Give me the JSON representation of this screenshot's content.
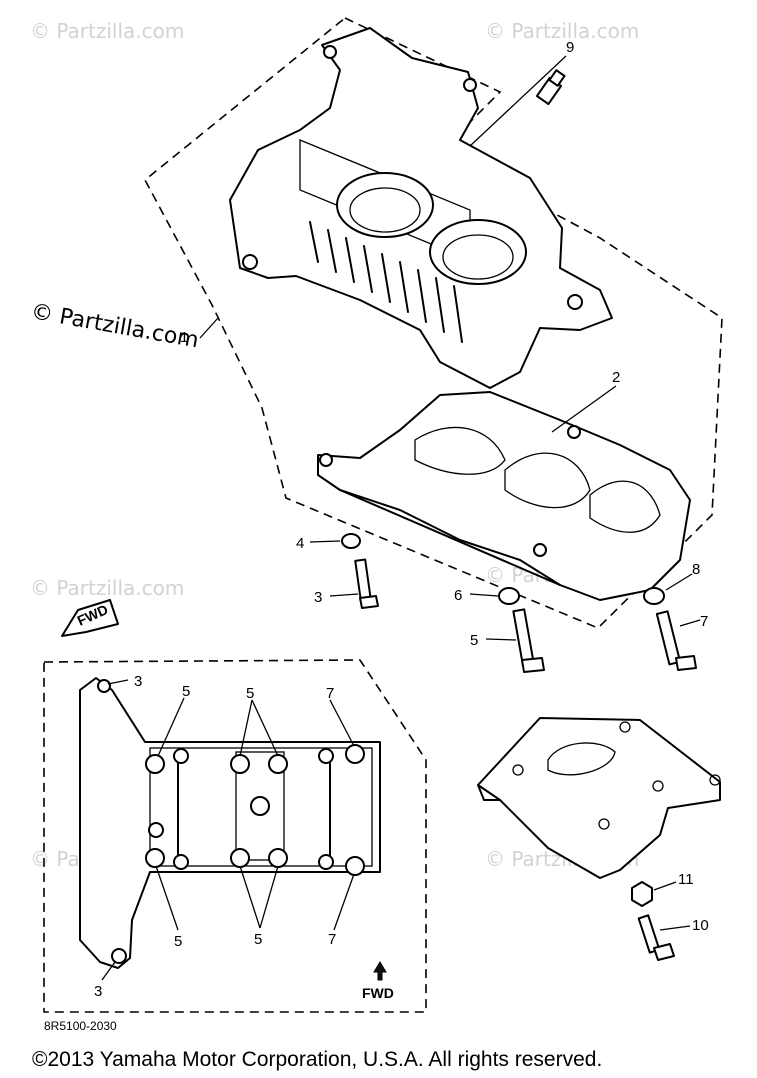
{
  "watermarks": {
    "top_left": "© Partzilla.com",
    "top_right": "© Partzilla.com",
    "side": "© Partzilla.com",
    "mid_left": "© Partzilla.com",
    "mid_right": "© Partzilla.com",
    "lower_left": "© Partzilla.com",
    "lower_right": "© Partzilla.com"
  },
  "callouts": {
    "c1": "1",
    "c2": "2",
    "c3a": "3",
    "c4": "4",
    "c5a": "5",
    "c6": "6",
    "c7a": "7",
    "c8": "8",
    "c9": "9",
    "c10": "10",
    "c11": "11",
    "i3a": "3",
    "i5a": "5",
    "i5b": "5",
    "i7a": "7",
    "i5c": "5",
    "i5d": "5",
    "i7b": "7",
    "i3b": "3"
  },
  "fwd_top": "FWD",
  "fwd_inset": "FWD",
  "diagram_code": "8R5100-2030",
  "copyright": "©2013  Yamaha Motor Corporation, U.S.A. All rights reserved."
}
